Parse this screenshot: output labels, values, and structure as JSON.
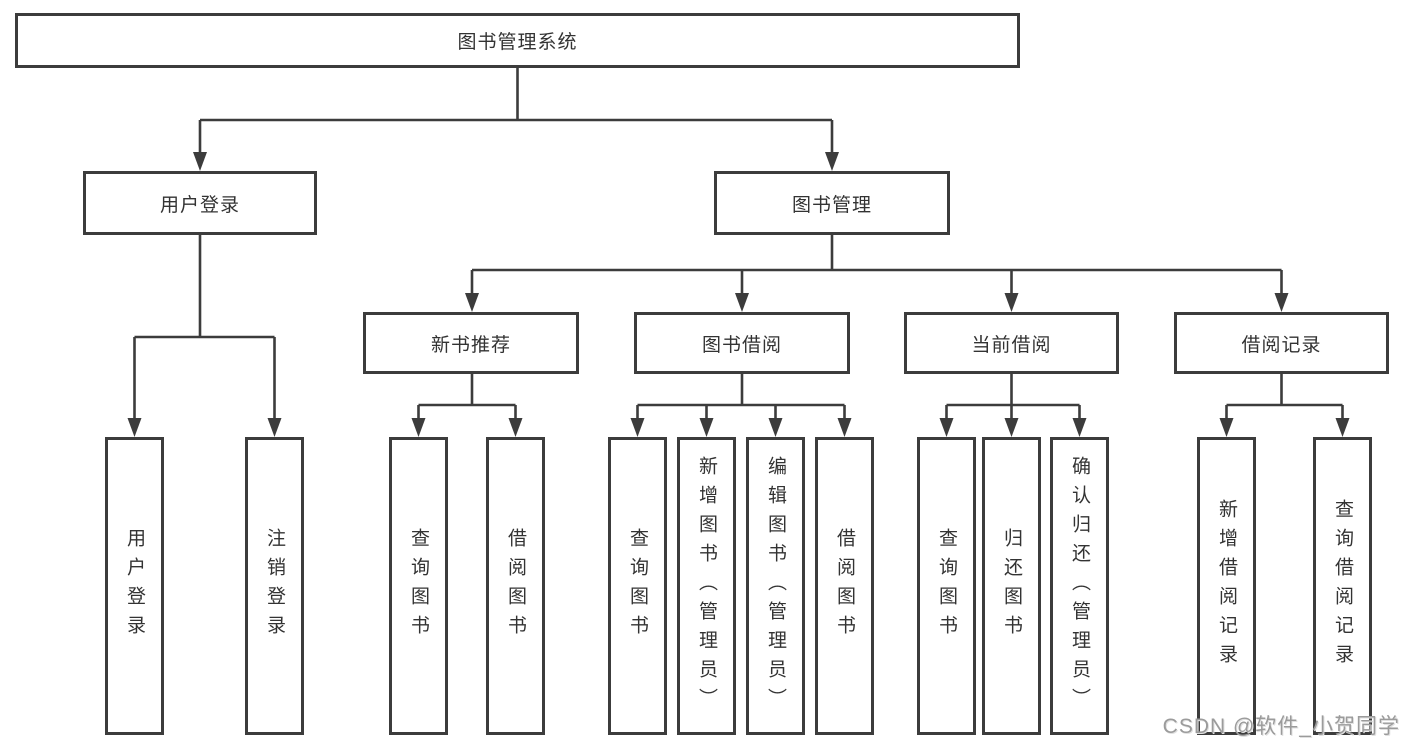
{
  "diagram_title": "图书管理系统",
  "nodes": {
    "root": "图书管理系统",
    "user_login": "用户登录",
    "book_mgmt": "图书管理",
    "new_book_rec": "新书推荐",
    "book_borrow": "图书借阅",
    "current_borrow": "当前借阅",
    "borrow_record": "借阅记录",
    "leaf_user_login": "用户登录",
    "leaf_logout": "注销登录",
    "rec_query_book": "查询图书",
    "rec_borrow_book": "借阅图书",
    "bb_query_book": "查询图书",
    "bb_add_book": "新增图书（管理员）",
    "bb_edit_book": "编辑图书（管理员）",
    "bb_borrow_book": "借阅图书",
    "cb_query_book": "查询图书",
    "cb_return_book": "归还图书",
    "cb_confirm_return": "确认归还（管理员）",
    "br_add_record": "新增借阅记录",
    "br_query_record": "查询借阅记录"
  },
  "hierarchy": {
    "图书管理系统": {
      "用户登录": [
        "用户登录",
        "注销登录"
      ],
      "图书管理": {
        "新书推荐": [
          "查询图书",
          "借阅图书"
        ],
        "图书借阅": [
          "查询图书",
          "新增图书（管理员）",
          "编辑图书（管理员）",
          "借阅图书"
        ],
        "当前借阅": [
          "查询图书",
          "归还图书",
          "确认归还（管理员）"
        ],
        "借阅记录": [
          "新增借阅记录",
          "查询借阅记录"
        ]
      }
    }
  },
  "watermark": "CSDN @软件_小贺同学",
  "colors": {
    "line": "#3c3c3c",
    "box_border": "#3c3c3c",
    "box_fill": "#ffffff",
    "text": "#333333",
    "watermark": "#9b9b9b",
    "background": "#ffffff"
  }
}
